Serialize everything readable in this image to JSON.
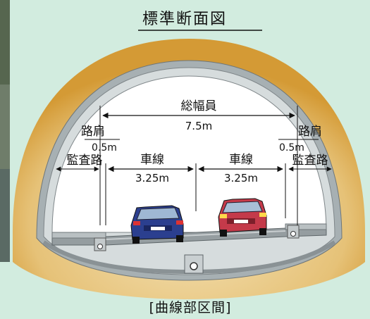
{
  "title": "標準断面図",
  "caption": "[曲線部区間]",
  "labels": {
    "total_width": "総幅員",
    "total_width_value": "7.5m",
    "shoulder_left": "路肩",
    "shoulder_left_value": "0.5m",
    "shoulder_right": "路肩",
    "shoulder_right_value": "0.5m",
    "inspection_left": "監査路",
    "inspection_right": "監査路",
    "lane_left": "車線",
    "lane_left_value": "3.25m",
    "lane_right": "車線",
    "lane_right_value": "3.25m"
  },
  "colors": {
    "background": "#d2ecdf",
    "ground": "#d8a84a",
    "lining": "#9aa3a6",
    "road": "#8f979a",
    "car_left": "#2b3f8f",
    "car_right": "#c43a4a"
  }
}
